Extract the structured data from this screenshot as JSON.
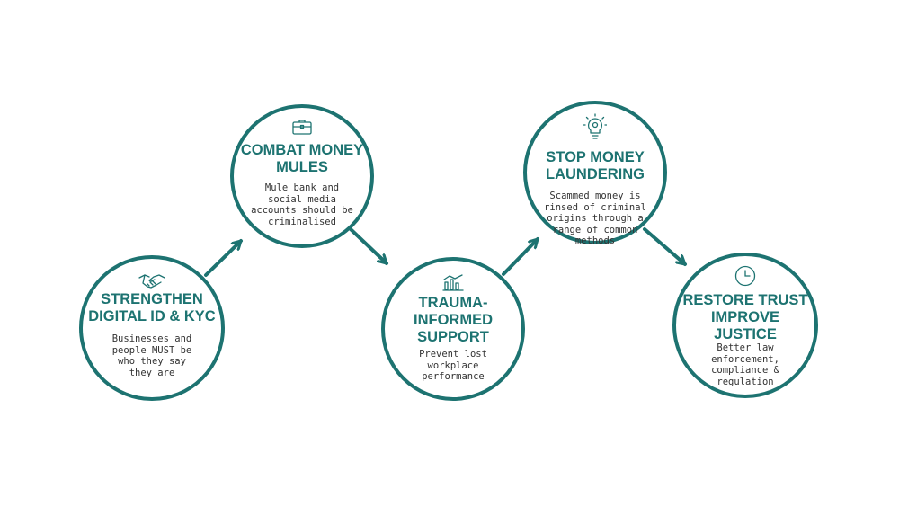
{
  "colors": {
    "accent": "#1d7371",
    "text": "#333333",
    "background": "#ffffff"
  },
  "steps": [
    {
      "icon": "handshake-icon",
      "title": "STRENGTHEN\nDIGITAL ID  & KYC",
      "description": "Businesses and\npeople MUST be\nwho they say\nthey are"
    },
    {
      "icon": "briefcase-icon",
      "title": "COMBAT MONEY\nMULES",
      "description": "Mule bank and\nsocial media\naccounts should be\ncriminalised"
    },
    {
      "icon": "bar-chart-icon",
      "title": "TRAUMA-\nINFORMED\nSUPPORT",
      "description": "Prevent lost\nworkplace\nperformance"
    },
    {
      "icon": "lightbulb-icon",
      "title": "STOP MONEY\nLAUNDERING",
      "description": "Scammed money is\nrinsed of criminal\norigins through a\nrange of common\nmethods"
    },
    {
      "icon": "clock-icon",
      "title": "RESTORE TRUST\nIMPROVE\nJUSTICE",
      "description": "Better law\nenforcement,\ncompliance &\nregulation"
    }
  ]
}
